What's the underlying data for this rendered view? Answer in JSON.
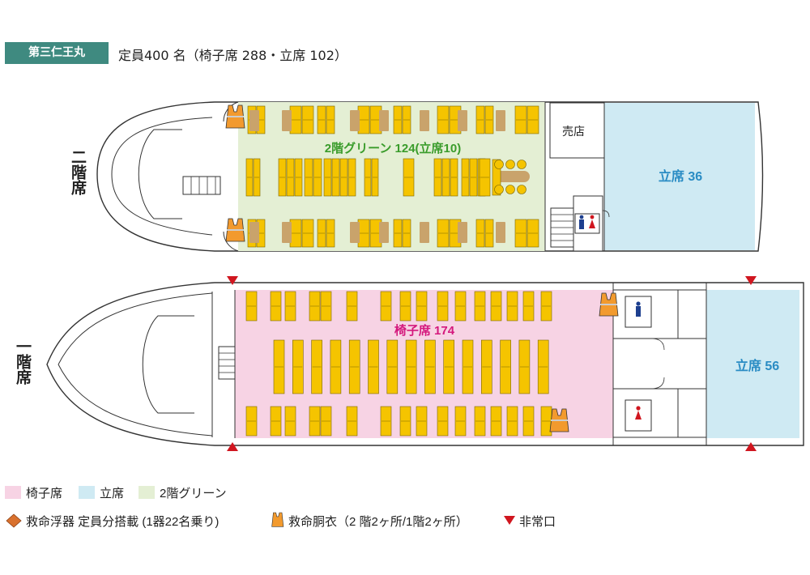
{
  "header": {
    "ship_name": "第三仁王丸",
    "capacity": "定員400 名（椅子席 288・立席 102）"
  },
  "upper_deck": {
    "label": "二階席",
    "green_area": "2階グリーン 124(立席10)",
    "shop": "売店",
    "standing": "立席 36"
  },
  "lower_deck": {
    "label": "一階席",
    "chair_area": "椅子席 174",
    "standing": "立席 56"
  },
  "legend": {
    "chair": "椅子席",
    "standing": "立席",
    "green": "2階グリーン",
    "raft": "救命浮器 定員分搭載 (1器22名乗り)",
    "vest": "救命胴衣（2 階2ヶ所/1階2ヶ所）",
    "exit": "非常口"
  },
  "colors": {
    "chair_area": "#f7d3e4",
    "standing_area": "#cfeaf3",
    "green_area": "#e4efd4",
    "seat": "#f5c400",
    "table": "#c9a36b",
    "exit_marker": "#d0161f",
    "ship_tag": "#3f8a80",
    "green_text": "#3a9c2b",
    "pink_text": "#d4187d",
    "blue_text": "#2a8cc4"
  },
  "icons": {
    "raft": "life-raft-icon",
    "vest": "life-vest-icon",
    "exit": "emergency-exit-triangle-icon",
    "male_toilet": "male-toilet-icon",
    "female_toilet": "female-toilet-icon"
  }
}
